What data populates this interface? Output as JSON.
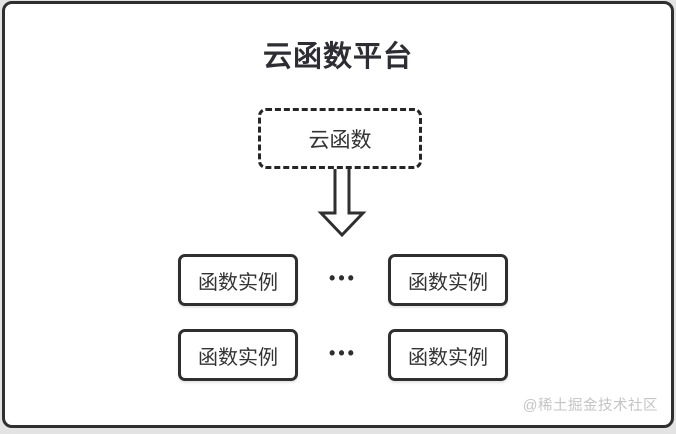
{
  "diagram": {
    "title": "云函数平台",
    "cloud_function": {
      "label": "云函数"
    },
    "instances": [
      {
        "label": "函数实例"
      },
      {
        "label": "函数实例"
      },
      {
        "label": "函数实例"
      },
      {
        "label": "函数实例"
      }
    ],
    "ellipsis": "•••",
    "watermark": "@稀土掘金技术社区",
    "colors": {
      "stroke": "#2f2f2f",
      "text": "#333333",
      "title_text": "#2d2d33",
      "watermark_text": "#c4c4c4",
      "canvas": "#ffffff",
      "page_background": "#e3e3e3"
    }
  }
}
